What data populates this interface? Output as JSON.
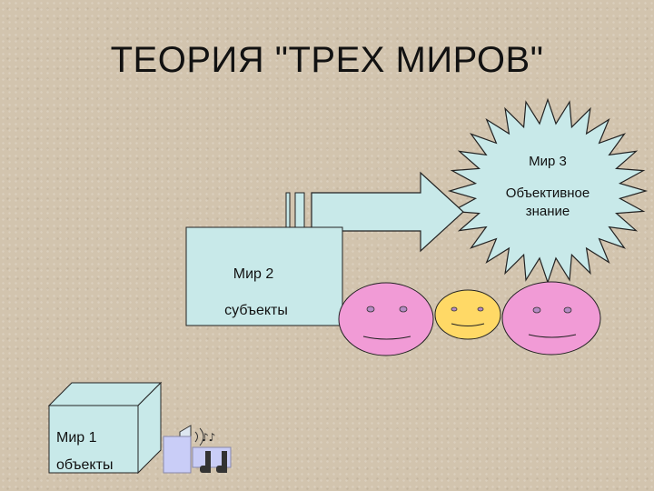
{
  "title": "ТЕОРИЯ \"ТРЕХ МИРОВ\"",
  "world3": {
    "name": "Мир 3",
    "line1": "Объективное",
    "line2": "знание",
    "fill": "#c8e9e9"
  },
  "world2": {
    "name": "Мир 2",
    "desc": "субъекты",
    "fill": "#c8e9e9"
  },
  "world1": {
    "name": "Мир 1",
    "desc": "объекты",
    "fill": "#c8e9e9"
  },
  "faces": {
    "pink": "#f19bd6",
    "yellow": "#ffd966"
  },
  "colors": {
    "stroke": "#222222",
    "accent_blue": "#2a2ad8"
  }
}
